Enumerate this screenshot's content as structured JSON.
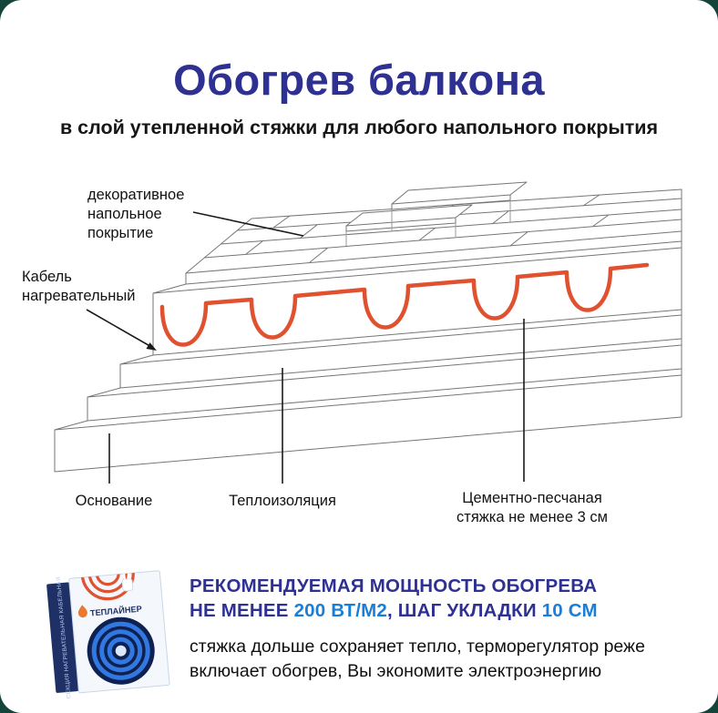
{
  "page": {
    "corner_color": "#15443a",
    "card_color": "#ffffff"
  },
  "header": {
    "title": "Обогрев балкона",
    "subtitle": "в слой утепленной стяжки для любого напольного покрытия",
    "title_color": "#2e3192"
  },
  "diagram": {
    "labels": {
      "floor_covering": "декоративное напольное покрытие",
      "cable": "Кабель нагревательный",
      "base": "Основание",
      "insulation": "Теплоизоляция",
      "screed": "Цементно-песчаная стяжка не менее 3 см"
    },
    "colors": {
      "cable": "#e0512f",
      "lines": "#767676",
      "leaders": "#1a1a1a"
    }
  },
  "product": {
    "brand": "ТЕПЛАЙНЕР",
    "side_text": "СЕКЦИЯ НАГРЕВАТЕЛЬНАЯ КАБЕЛЬНАЯ",
    "colors": {
      "panel": "#1e3066",
      "coil": "#e0512f",
      "cable_rings": "#3178e0"
    }
  },
  "footer": {
    "heading_line1": "РЕКОМЕНДУЕМАЯ МОЩНОСТЬ ОБОГРЕВА",
    "heading_line2_prefix": "НЕ МЕНЕЕ ",
    "heading_power": "200 ВТ/М2",
    "heading_line2_middle": ", ШАГ УКЛАДКИ ",
    "heading_step": "10 СМ",
    "body_line1": "стяжка дольше сохраняет тепло, терморегулятор реже",
    "body_line2": "включает обогрев, Вы экономите электроэнергию",
    "colors": {
      "heading": "#2e3192",
      "accent": "#1a7ed6"
    }
  }
}
